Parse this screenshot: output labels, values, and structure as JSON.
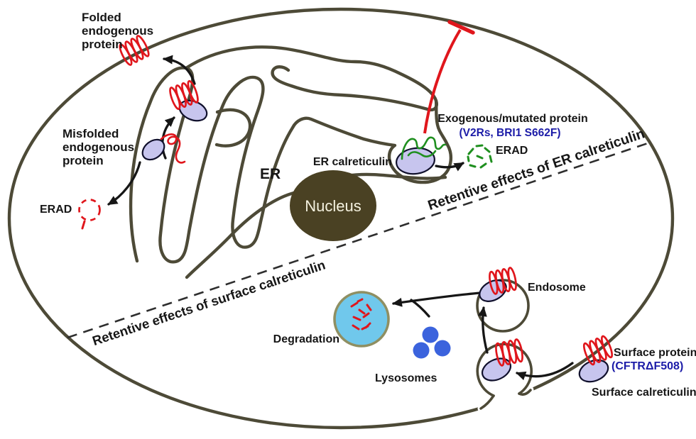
{
  "colors": {
    "membrane": "#4d4a37",
    "nucleus": "#4a4123",
    "calreticulin": "#c7c5ee",
    "red": "#e0161c",
    "green": "#1f8f1f",
    "blue_text": "#1c1ca8",
    "lysosome": "#3b63dd",
    "degradation_fill": "#70c8ec",
    "degradation_ring": "#8f8f62",
    "text": "#161616",
    "nucleus_text": "#f5f2e0"
  },
  "labels": {
    "folded_protein": {
      "line1": "Folded",
      "line2": "endogenous",
      "line3": "protein"
    },
    "misfolded_protein": {
      "line1": "Misfolded",
      "line2": "endogenous",
      "line3": "protein"
    },
    "erad_left": "ERAD",
    "er": "ER",
    "nucleus": "Nucleus",
    "er_calreticulin": "ER calreticulin",
    "exogenous_protein": "Exogenous/mutated protein",
    "exogenous_examples": "(V2Rs,  BRI1 S662F)",
    "erad_right": "ERAD",
    "retentive_er": "Retentive effects of ER calreticulin",
    "retentive_surface": "Retentive effects of surface calreticulin",
    "degradation": "Degradation",
    "lysosomes": "Lysosomes",
    "endosome": "Endosome",
    "surface_protein": "Surface protein",
    "surface_protein_example": "(CFTRΔF508)",
    "surface_calreticulin": "Surface calreticulin"
  },
  "icons": {
    "membrane_protein": "red-helix-coil-bundle",
    "calreticulin": "lavender-ellipse",
    "erad_substrate": "dashed-fragment-cluster",
    "inhibition": "red-t-bar",
    "lysosome": "blue-filled-circles"
  }
}
